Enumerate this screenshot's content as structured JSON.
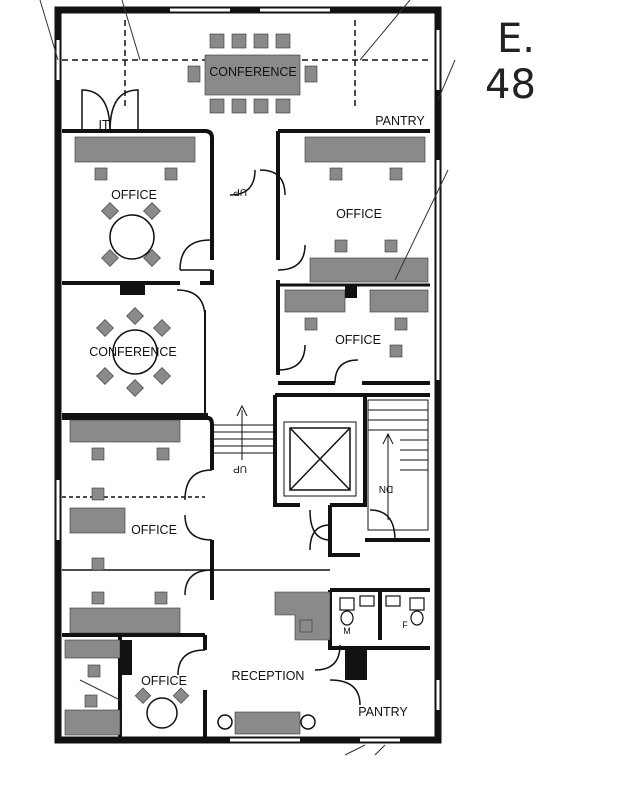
{
  "header": {
    "line1": "E.",
    "line2": "48"
  },
  "rooms": {
    "conference_top": "CONFERENCE",
    "it": "IT",
    "pantry_top": "PANTRY",
    "office_ul": "OFFICE",
    "office_ur": "OFFICE",
    "office_r2": "OFFICE",
    "conference_left": "CONFERENCE",
    "office_left": "OFFICE",
    "office_bl": "OFFICE",
    "reception": "RECEPTION",
    "pantry_bottom": "PANTRY"
  },
  "stairs": {
    "up1": "UP",
    "up2": "UP",
    "dn": "DN"
  },
  "restrooms": {
    "men": "M",
    "women": "F"
  },
  "colors": {
    "wall": "#111111",
    "furniture": "#8a8a8a",
    "furniture_dark": "#666666"
  }
}
